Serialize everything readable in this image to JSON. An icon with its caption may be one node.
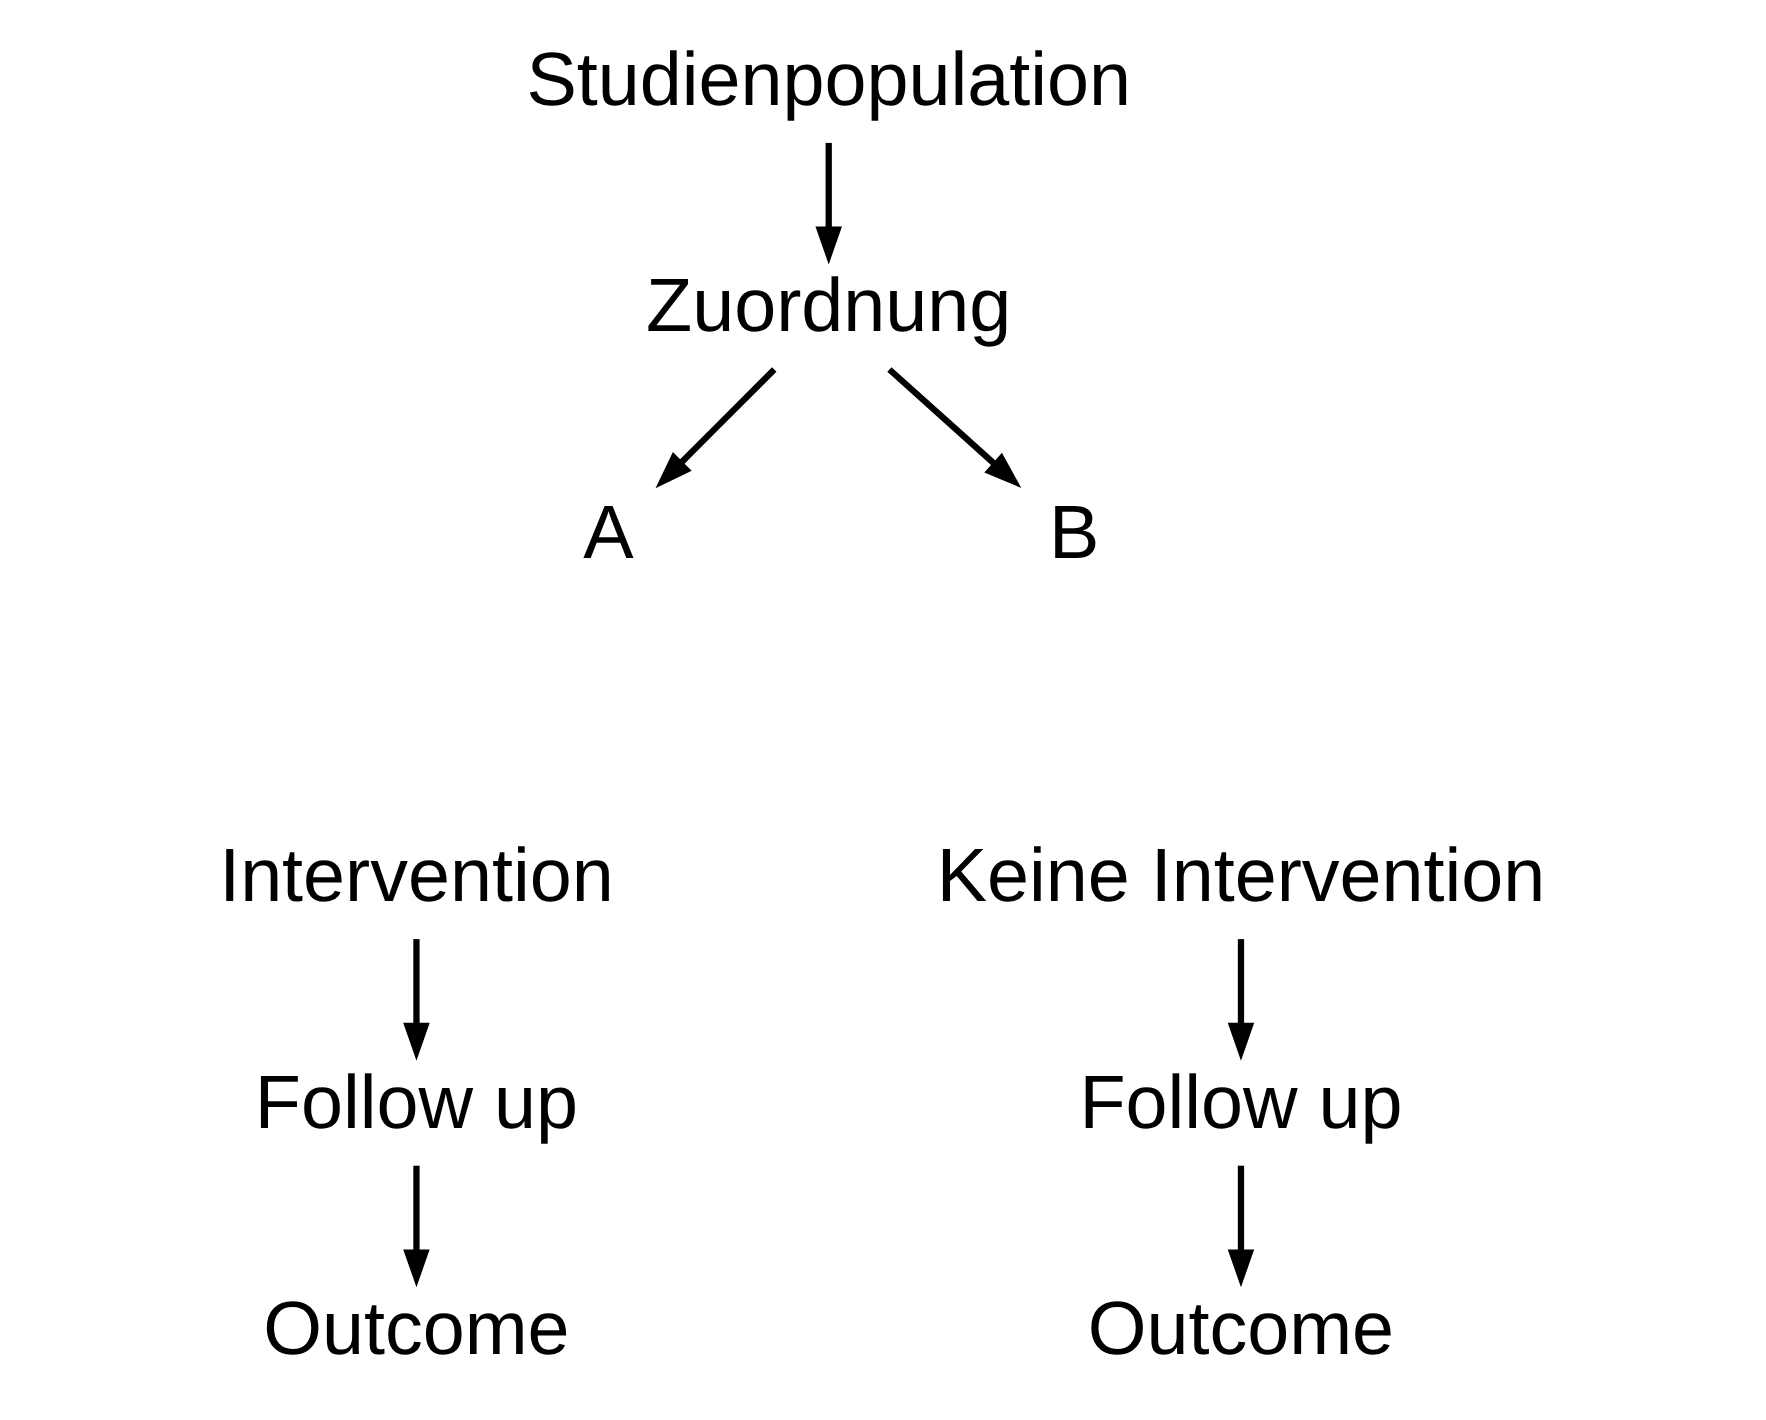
{
  "diagram": {
    "nodes": [
      {
        "text": [
          "Studienpopulation"
        ]
      },
      {
        "text": [
          "Zuordnung"
        ]
      },
      {
        "text": [
          "A"
        ]
      },
      {
        "text": [
          "B"
        ]
      },
      {
        "text": [
          "Intervention"
        ]
      },
      {
        "text": [
          "Follow up"
        ]
      },
      {
        "text": [
          "Outcome"
        ]
      },
      {
        "text": [
          "Keine Intervention"
        ]
      },
      {
        "text": [
          "Follow up"
        ]
      },
      {
        "text": [
          "Outcome"
        ]
      }
    ],
    "edges": [
      {
        "from": 0,
        "to": 1,
        "arrow": "to"
      },
      {
        "from": 1,
        "to": 2,
        "arrow": "to"
      },
      {
        "from": 1,
        "to": 3,
        "arrow": "to"
      },
      {
        "from": 4,
        "to": 5,
        "arrow": "to"
      },
      {
        "from": 5,
        "to": 6,
        "arrow": "to"
      },
      {
        "from": 7,
        "to": 8,
        "arrow": "to"
      },
      {
        "from": 8,
        "to": 9,
        "arrow": "to"
      }
    ]
  }
}
